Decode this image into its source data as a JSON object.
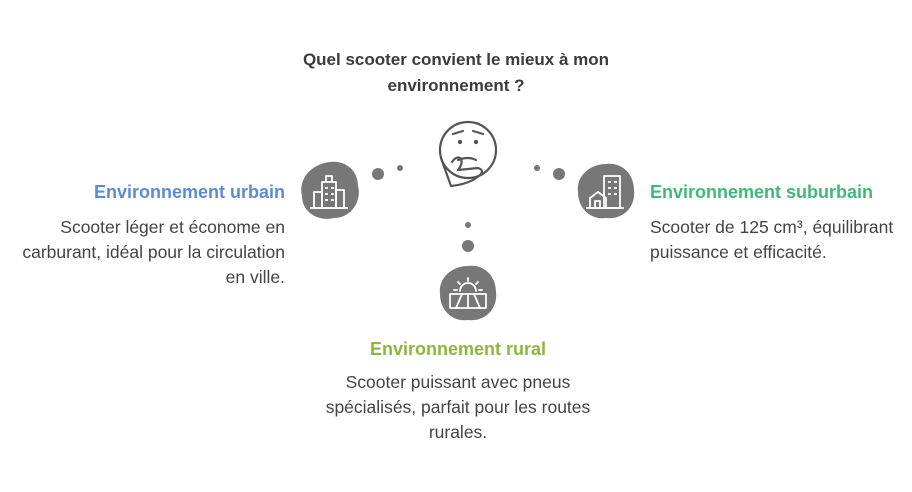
{
  "title": "Quel scooter convient le mieux à mon environnement ?",
  "branches": [
    {
      "heading": "Environnement urbain",
      "description": "Scooter léger et économe en carburant, idéal pour la circulation en ville.",
      "color": "#5b8bd6",
      "icon": "city-buildings-icon"
    },
    {
      "heading": "Environnement suburbain",
      "description": "Scooter de 125 cm³, équilibrant puissance et efficacité.",
      "color": "#3fb97a",
      "icon": "suburban-house-icon"
    },
    {
      "heading": "Environnement rural",
      "description": "Scooter puissant avec pneus spécialisés, parfait pour les routes rurales.",
      "color": "#8db63c",
      "icon": "sun-over-fields-icon"
    }
  ],
  "center_icon": "thinking-face-icon",
  "blob_color": "#777777"
}
